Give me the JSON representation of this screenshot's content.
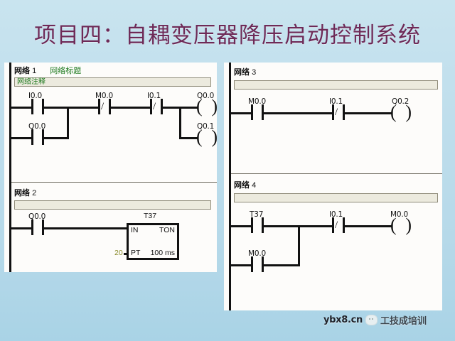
{
  "slide": {
    "title": "项目四：自耦变压器降压启动控制系统",
    "title_color": "#6e2a57",
    "background_color": "#bfdeec"
  },
  "watermark": {
    "site": "ybx8.cn",
    "icon": "wechat-icon",
    "account": "工技成培训"
  },
  "labels": {
    "network_word": "网络",
    "network_title": "网络标题",
    "network_comment": "网络注释"
  },
  "left_panel": {
    "networks": [
      {
        "number": "1",
        "title": "网络标题",
        "comment": "网络注释",
        "rungs": [
          {
            "contacts": [
              {
                "name": "I0.0",
                "type": "NO"
              },
              {
                "name": "M0.0",
                "type": "NC"
              },
              {
                "name": "I0.1",
                "type": "NC"
              }
            ],
            "coils": [
              {
                "name": "Q0.0"
              },
              {
                "name": "Q0.1"
              }
            ],
            "branch": [
              {
                "name": "Q0.0",
                "type": "NO"
              }
            ]
          }
        ]
      },
      {
        "number": "2",
        "title": "",
        "comment": "",
        "rungs": [
          {
            "contacts": [
              {
                "name": "Q0.0",
                "type": "NO"
              }
            ],
            "timer": {
              "name": "T37",
              "input": "IN",
              "instruction": "TON",
              "preset_pin": "PT",
              "preset_value": "20",
              "time_base": "100 ms"
            }
          }
        ]
      }
    ]
  },
  "right_panel": {
    "networks": [
      {
        "number": "3",
        "title": "",
        "comment": "",
        "rungs": [
          {
            "contacts": [
              {
                "name": "M0.0",
                "type": "NO"
              },
              {
                "name": "I0.1",
                "type": "NC"
              }
            ],
            "coils": [
              {
                "name": "Q0.2"
              }
            ]
          }
        ]
      },
      {
        "number": "4",
        "title": "",
        "comment": "",
        "rungs": [
          {
            "contacts": [
              {
                "name": "T37",
                "type": "NO"
              },
              {
                "name": "I0.1",
                "type": "NC"
              }
            ],
            "coils": [
              {
                "name": "M0.0"
              }
            ],
            "branch": [
              {
                "name": "M0.0",
                "type": "NO"
              }
            ]
          }
        ]
      }
    ]
  }
}
